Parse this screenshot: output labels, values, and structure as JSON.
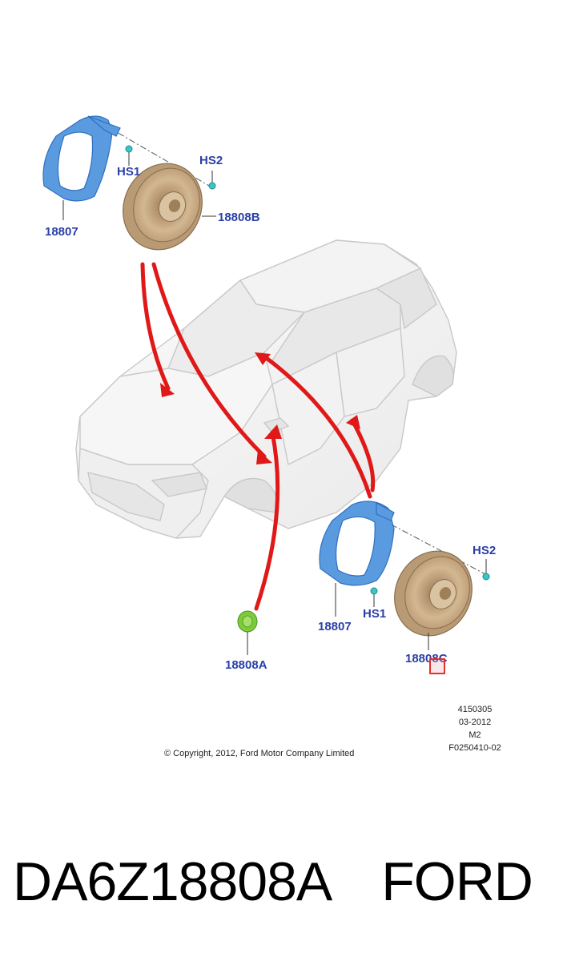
{
  "labels": {
    "bracket_upper": "18807",
    "hs1_upper": "HS1",
    "hs2_upper": "HS2",
    "speaker_upper": "18808B",
    "speaker_lower": "18808C",
    "bracket_lower": "18807",
    "hs1_lower": "HS1",
    "hs2_lower": "HS2",
    "tweeter": "18808A"
  },
  "meta": {
    "line1": "4150305",
    "line2": "03-2012",
    "line3": "M2",
    "line4": "F0250410-02"
  },
  "copyright": "© Copyright, 2012, Ford Motor Company Limited",
  "caption": {
    "part_number": "DA6Z18808A",
    "brand": "FORD"
  },
  "colors": {
    "label_blue": "#2a3fa8",
    "bracket_blue": "#5a9be0",
    "speaker_tan": "#c9ab85",
    "arrow_red": "#e01818",
    "tweeter_green": "#7ccc3a",
    "highlight_red": "#e53030"
  }
}
